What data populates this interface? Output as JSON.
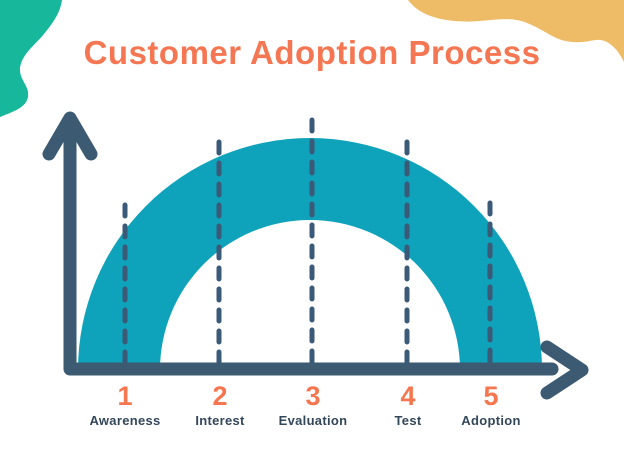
{
  "title": "Customer Adoption Process",
  "stages": [
    {
      "number": "1",
      "label": "Awareness"
    },
    {
      "number": "2",
      "label": "Interest"
    },
    {
      "number": "3",
      "label": "Evaluation"
    },
    {
      "number": "4",
      "label": "Test"
    },
    {
      "number": "5",
      "label": "Adoption"
    }
  ],
  "diagram": {
    "type": "arch-curve-over-axis",
    "stage_count": 5,
    "divider_style": "dashed-vertical-lines",
    "axis_style": "L-shaped with arrowheads up and right"
  },
  "colors": {
    "background": "#FFFFFF",
    "title_orange": "#F57652",
    "stage_number_orange": "#F5764F",
    "stage_label_navy": "#33475B",
    "axis_slate": "#3D5A73",
    "divider_navy": "#3A5A78",
    "arch_teal": "#0FA3BB",
    "blob_green": "#17B79B",
    "blob_yellow": "#EEBC66"
  }
}
